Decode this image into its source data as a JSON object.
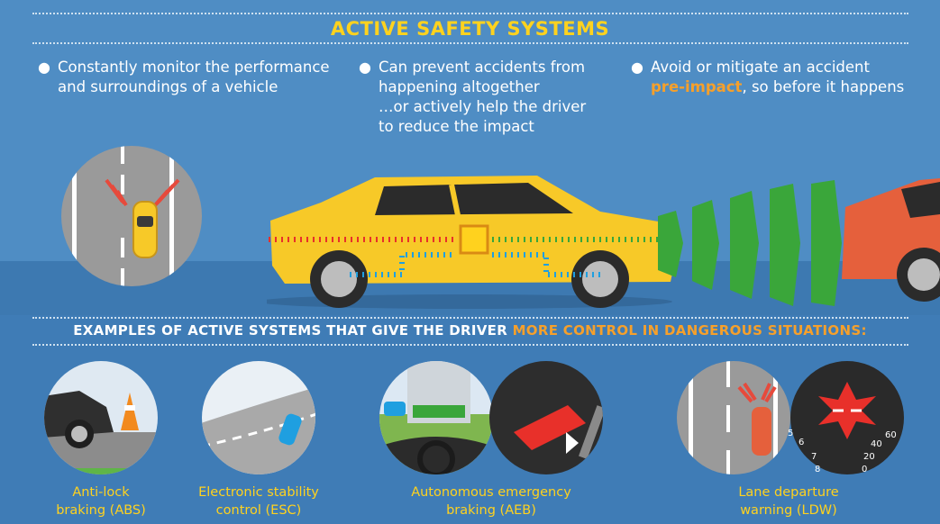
{
  "header": {
    "title": "ACTIVE SAFETY SYSTEMS"
  },
  "bullets": [
    {
      "line1": "Constantly monitor the performance",
      "line2": "and surroundings of a vehicle"
    },
    {
      "line1": "Can prevent accidents from",
      "line2": "happening altogether",
      "line3": "…or actively help the driver",
      "line4": "to reduce the impact"
    },
    {
      "line1": "Avoid or mitigate an accident",
      "highlight": "pre-impact",
      "rest": ", so before it happens"
    }
  ],
  "examples": {
    "title_main": "EXAMPLES OF ACTIVE SYSTEMS THAT GIVE THE DRIVER ",
    "title_highlight": "MORE CONTROL IN DANGEROUS SITUATIONS:",
    "items": [
      {
        "line1": "Anti-lock",
        "line2": "braking (ABS)"
      },
      {
        "line1": "Electronic stability",
        "line2": "control (ESC)"
      },
      {
        "line1": "Autonomous emergency",
        "line2": "braking (AEB)"
      },
      {
        "line1": "Lane departure",
        "line2": "warning (LDW)"
      }
    ],
    "gauge_left": [
      "5",
      "6",
      "7",
      "8"
    ],
    "gauge_right": [
      "60",
      "40",
      "20",
      "0"
    ]
  },
  "colors": {
    "accent_yellow": "#ffd21e",
    "accent_orange": "#f6a02b",
    "background": "#4f8dc4",
    "car_yellow": "#f7c928",
    "car_orange": "#e5603c",
    "signal_red": "#e8302a",
    "signal_green": "#3aa63a",
    "signal_blue": "#1f9fe0"
  }
}
